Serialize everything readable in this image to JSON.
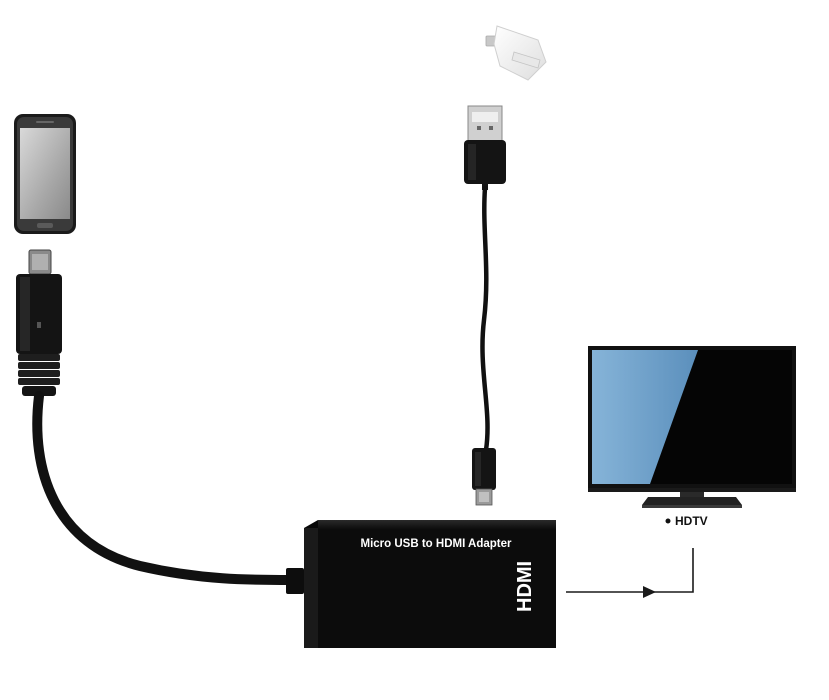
{
  "adapter": {
    "label": "Micro USB to HDMI Adapter",
    "port_label": "HDMI"
  },
  "tv": {
    "label": "HDTV"
  },
  "colors": {
    "adapter_body": "#0c0c0c",
    "cable": "#111111",
    "tv_screen": "#6a9cc4",
    "arrow": "#1a1a1a"
  },
  "icons": {
    "phone": "smartphone-icon",
    "otg": "usb-otg-adapter-icon",
    "tv": "television-icon"
  }
}
